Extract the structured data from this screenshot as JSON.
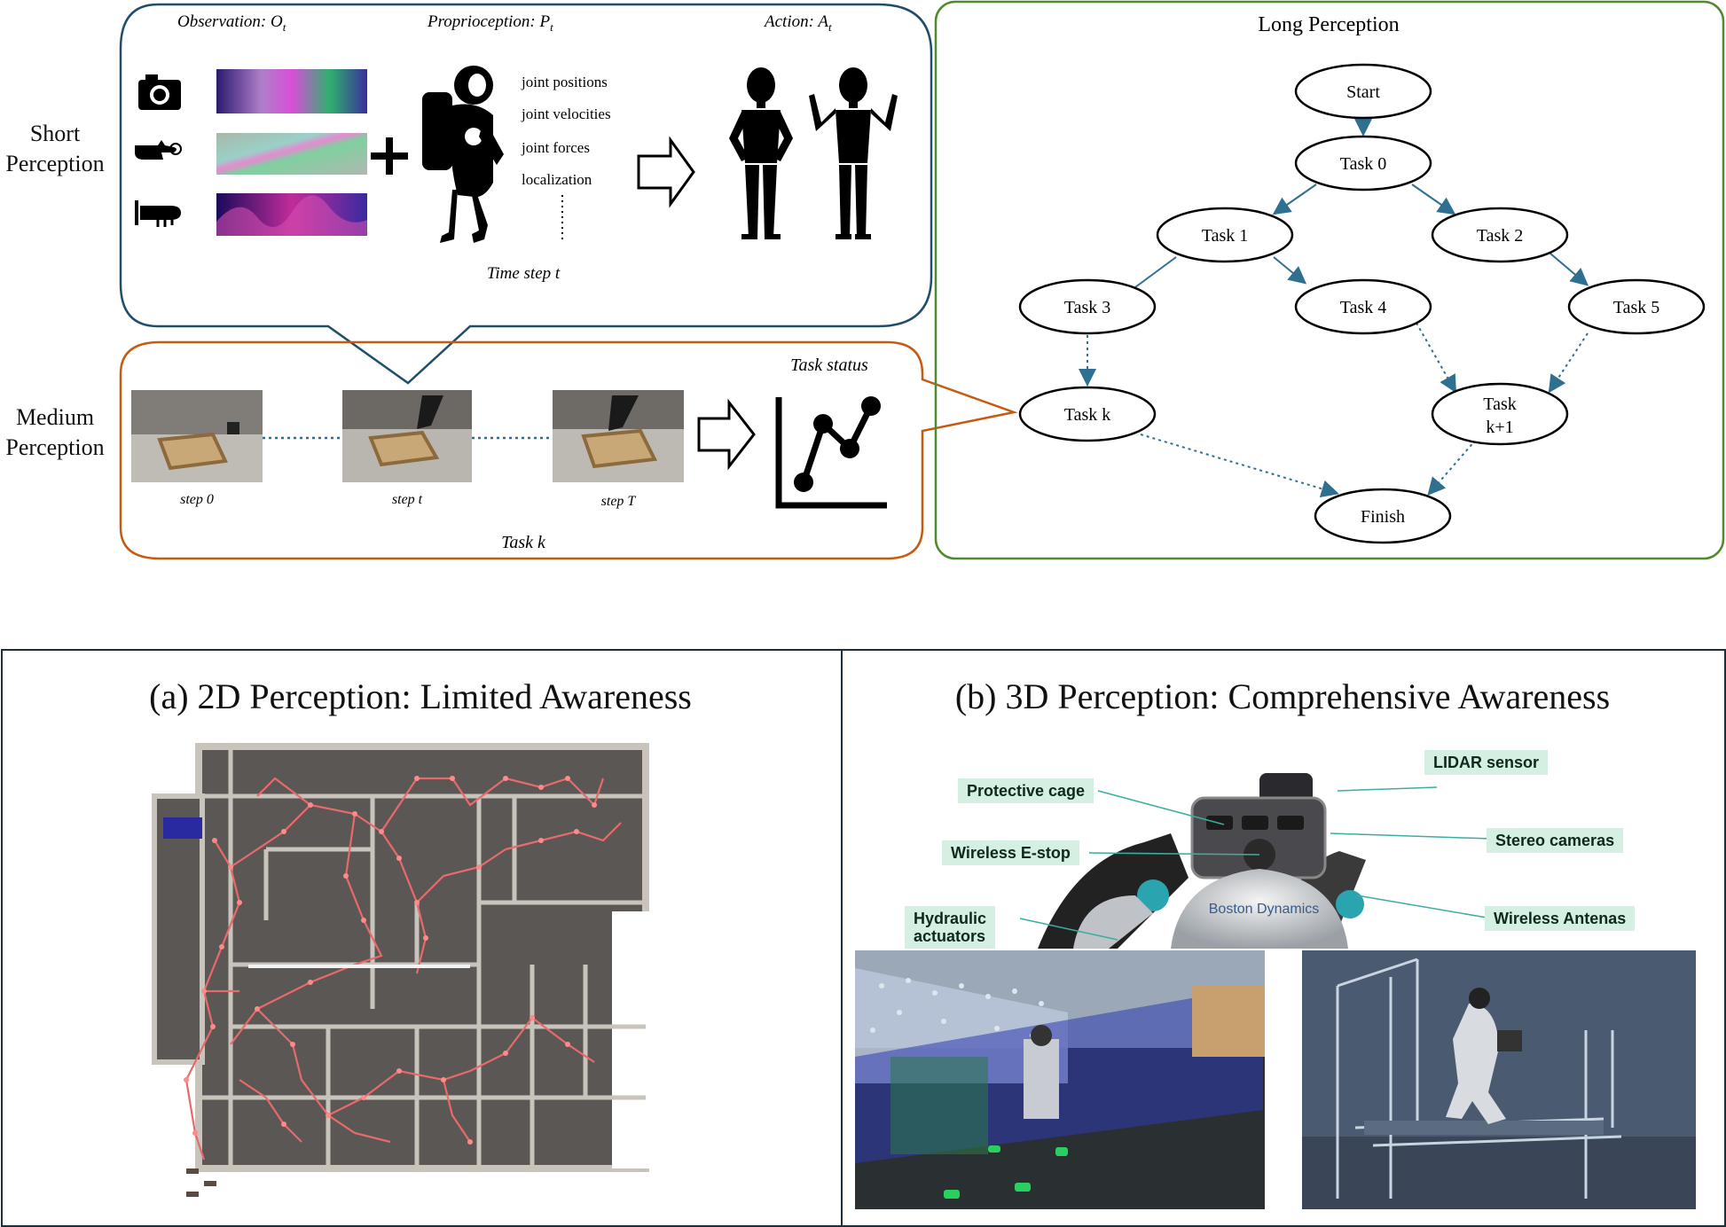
{
  "left_labels": {
    "short": "Short\nPerception",
    "medium": "Medium\nPerception"
  },
  "short": {
    "observation": "Observation: O",
    "observation_sub": "t",
    "proprioception": "Proprioception: P",
    "proprioception_sub": "t",
    "action": "Action: A",
    "action_sub": "t",
    "proprio_items": [
      "joint positions",
      "joint velocities",
      "joint forces",
      "localization"
    ],
    "time_step": "Time step t",
    "icons": [
      "camera-icon",
      "touch-hand-icon",
      "microphone-hand-icon",
      "astronaut-icon",
      "mannequin-icon"
    ]
  },
  "medium": {
    "task_status": "Task status",
    "steps": [
      "step 0",
      "step t",
      "step T"
    ],
    "task_label": "Task k"
  },
  "long": {
    "title": "Long Perception",
    "nodes": {
      "start": "Start",
      "t0": "Task 0",
      "t1": "Task 1",
      "t2": "Task 2",
      "t3": "Task 3",
      "t4": "Task 4",
      "t5": "Task 5",
      "tk": "Task k",
      "tk1_line1": "Task",
      "tk1_line2": "k+1",
      "finish": "Finish"
    }
  },
  "bottom": {
    "left_title": "(a) 2D Perception: Limited Awareness",
    "right_title": "(b) 3D Perception: Comprehensive Awareness",
    "callouts": {
      "lidar": "LIDAR sensor",
      "cage": "Protective cage",
      "stereo": "Stereo cameras",
      "estop": "Wireless E-stop",
      "antenas": "Wireless Antenas",
      "hydraulic_1": "Hydraulic",
      "hydraulic_2": "actuators",
      "brand": "Boston Dynamics"
    }
  },
  "colors": {
    "short_border": "#1f4e6b",
    "medium_border": "#c55a11",
    "long_border": "#4e8a2e",
    "edge_blue": "#2f6f8f",
    "path_red": "#e86a6a",
    "callout_bg": "#d6efe3"
  }
}
